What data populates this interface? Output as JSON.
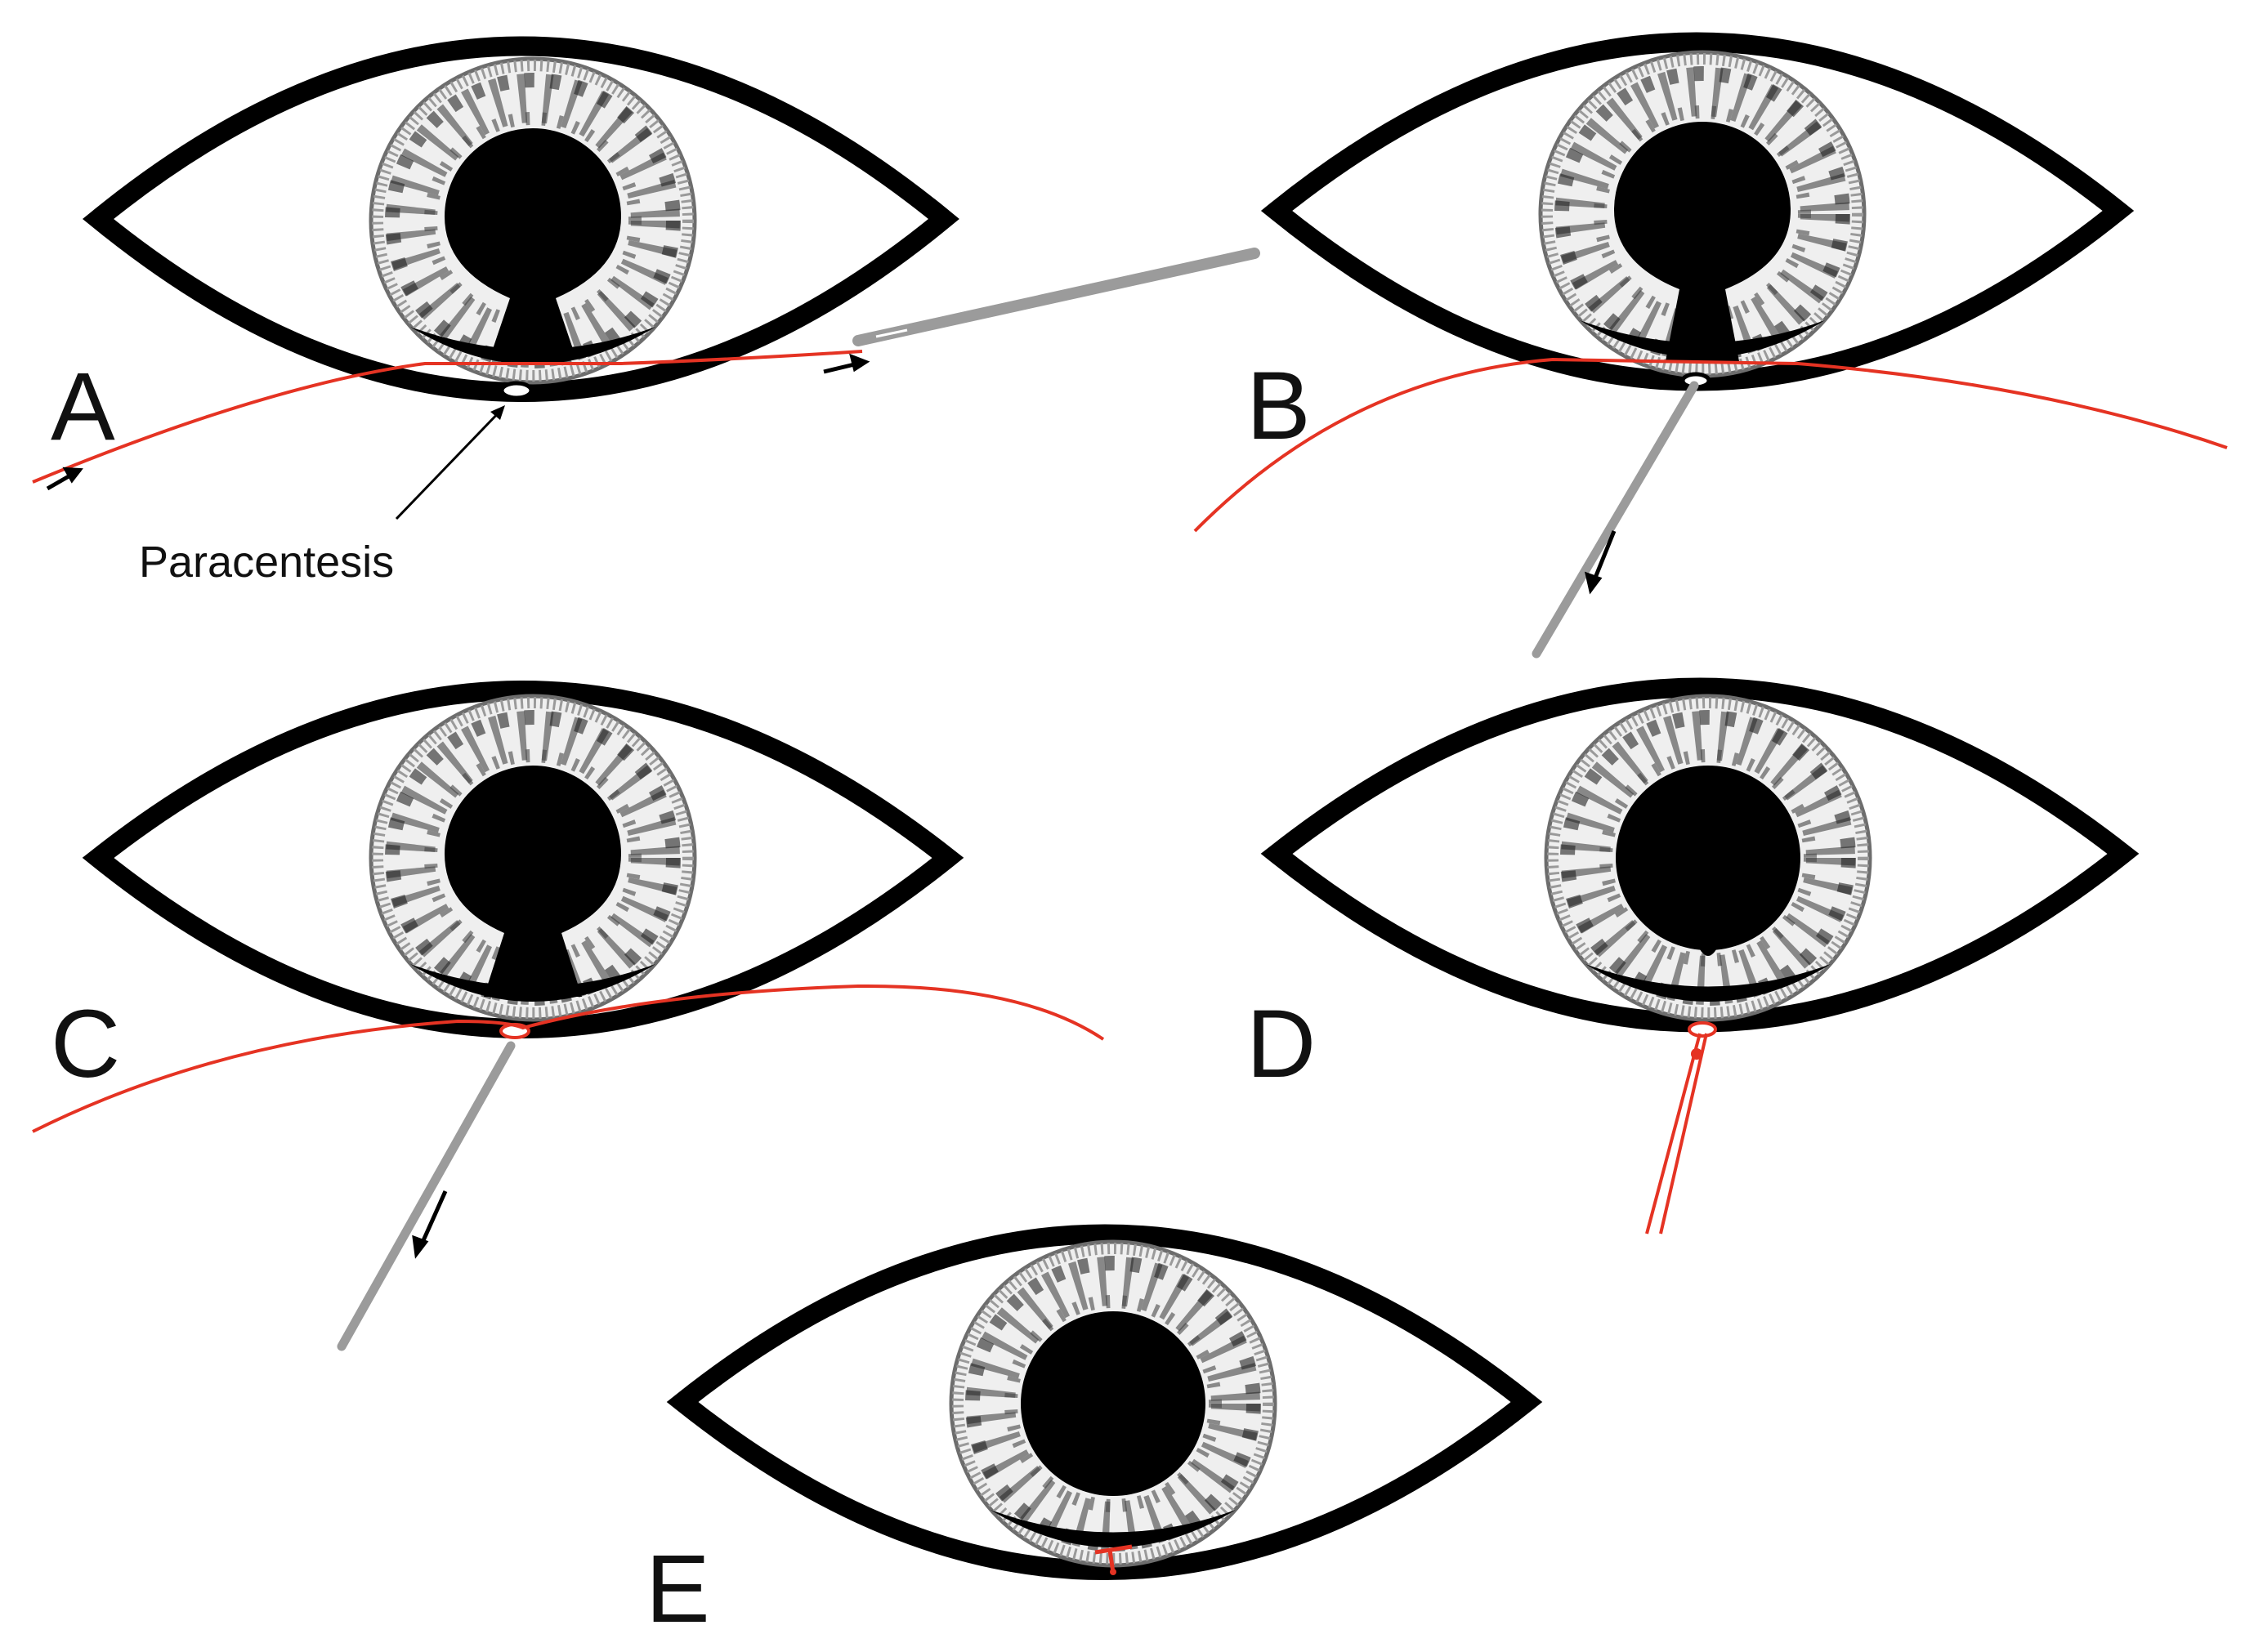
{
  "panels": [
    {
      "label": "A"
    },
    {
      "label": "B"
    },
    {
      "label": "C"
    },
    {
      "label": "D"
    },
    {
      "label": "E"
    }
  ],
  "annotations": {
    "paracentesis": "Paracentesis"
  },
  "colors": {
    "outline": "#000000",
    "iris_fill": "#ececec",
    "iris_stroke": "#8a8a8a",
    "suture": "#e53323",
    "needle": "#9b9b9b"
  }
}
